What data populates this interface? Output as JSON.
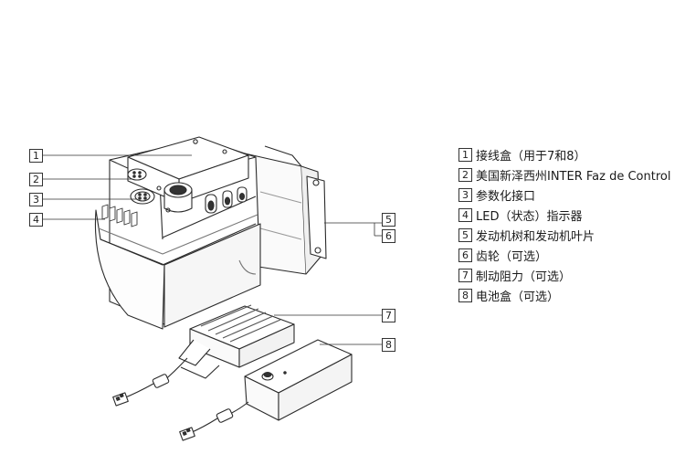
{
  "callouts": [
    "1",
    "2",
    "3",
    "4",
    "5",
    "6",
    "7",
    "8"
  ],
  "legend": [
    {
      "num": "1",
      "text": "接线盒（用于7和8）"
    },
    {
      "num": "2",
      "text": "美国新泽西州INTER Faz de Control"
    },
    {
      "num": "3",
      "text": "参数化接口"
    },
    {
      "num": "4",
      "text": "LED（状态）指示器"
    },
    {
      "num": "5",
      "text": "发动机树和发动机叶片"
    },
    {
      "num": "6",
      "text": "齿轮（可选）"
    },
    {
      "num": "7",
      "text": "制动阻力（可选）"
    },
    {
      "num": "8",
      "text": "电池盒（可选）"
    }
  ],
  "colors": {
    "line": "#2b2b2b",
    "shade": "#9a9a9a",
    "background": "#ffffff"
  }
}
